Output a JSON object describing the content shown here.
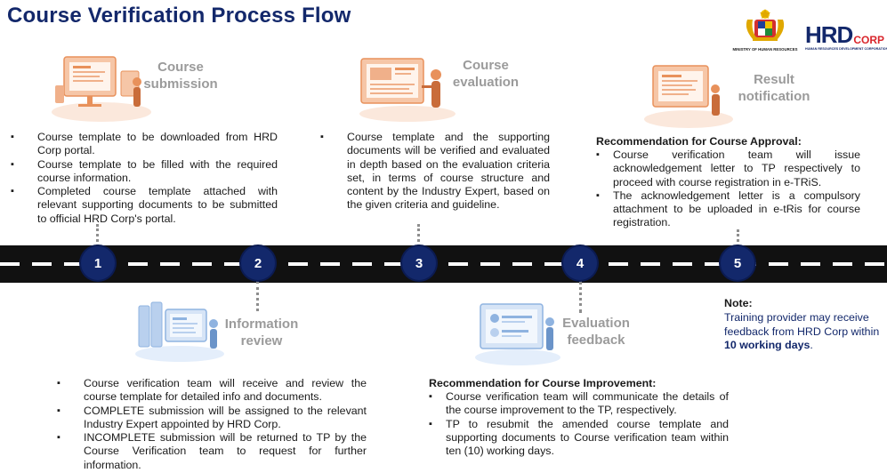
{
  "title": "Course Verification Process Flow",
  "logos": {
    "ministry_caption": "MINISTRY OF HUMAN RESOURCES",
    "hrd": "HRD",
    "corp": "CORP",
    "hrd_caption": "HUMAN RESOURCES DEVELOPMENT CORPORATION"
  },
  "steps": [
    {
      "number": "1",
      "title": "Course submission",
      "bullets": [
        "Course template to be downloaded from HRD Corp portal.",
        "Course template to be filled with the required course information.",
        "Completed course template attached with relevant supporting documents to be submitted to official HRD Corp's portal."
      ]
    },
    {
      "number": "2",
      "title": "Information review",
      "bullets": [
        "Course verification team will receive and review the course template for detailed info and documents.",
        "COMPLETE submission will be assigned to the relevant Industry Expert appointed by HRD Corp.",
        "INCOMPLETE submission will be returned to TP by the Course Verification team to request for further information."
      ]
    },
    {
      "number": "3",
      "title": "Course evaluation",
      "bullets": [
        "Course template and the supporting documents will be verified and evaluated in depth based on the evaluation criteria set, in terms of course structure and content by the Industry Expert, based on the given criteria and guideline."
      ]
    },
    {
      "number": "4",
      "title": "Evaluation feedback",
      "subhead": "Recommendation for Course Improvement:",
      "bullets": [
        "Course verification team will communicate the details of the course improvement to the TP, respectively.",
        "TP to resubmit the amended course template and supporting documents to Course verification team within ten (10) working days."
      ]
    },
    {
      "number": "5",
      "title": "Result notification",
      "subhead": "Recommendation for Course Approval:",
      "bullets": [
        "Course verification team will issue acknowledgement letter to TP respectively to proceed with course registration in e-TRiS.",
        "The acknowledgement letter is a compulsory attachment to be uploaded in e-tRis for course registration."
      ]
    }
  ],
  "note": {
    "heading": "Note:",
    "text": "Training provider may receive feedback from HRD Corp within",
    "highlight": "10 working days",
    "end": "."
  },
  "colors": {
    "navy": "#13286b",
    "road": "#111111",
    "orange": "#e8915b",
    "blue": "#8fb3e0",
    "hrd_red": "#d9262c"
  },
  "icons": [
    "crest-icon",
    "course-submission-illustration",
    "information-review-illustration",
    "course-evaluation-illustration",
    "evaluation-feedback-illustration",
    "result-notification-illustration"
  ]
}
